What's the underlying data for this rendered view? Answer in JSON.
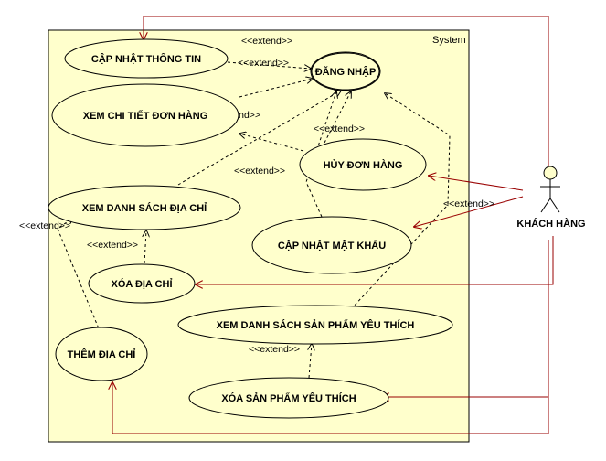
{
  "system": {
    "label": "System"
  },
  "actor": {
    "name": "KHÁCH HÀNG"
  },
  "use_cases": {
    "cap_nhat_thong_tin": "CẬP NHẬT THÔNG TIN",
    "dang_nhap": "ĐĂNG NHẬP",
    "xem_chi_tiet": "XEM CHI TIẾT ĐƠN HÀNG",
    "huy_don_hang": "HỦY ĐƠN HÀNG",
    "xem_danh_sach_dia_chi": "XEM DANH SÁCH ĐỊA CHỈ",
    "cap_nhat_mat_khau": "CẬP NHẬT MẬT KHẨU",
    "xoa_dia_chi": "XÓA ĐỊA CHỈ",
    "xem_sp_yeu_thich": "XEM DANH SÁCH SẢN PHẨM YÊU THÍCH",
    "them_dia_chi": "THÊM ĐỊA CHỈ",
    "xoa_sp_yeu_thich": "XÓA SẢN PHẨM YÊU THÍCH"
  },
  "extend_label": "<<extend>>",
  "colors": {
    "system_fill": "#ffffcc",
    "usecase_fill": "#ffffcc",
    "association_line": "#990000",
    "dependency_line": "#000000"
  }
}
